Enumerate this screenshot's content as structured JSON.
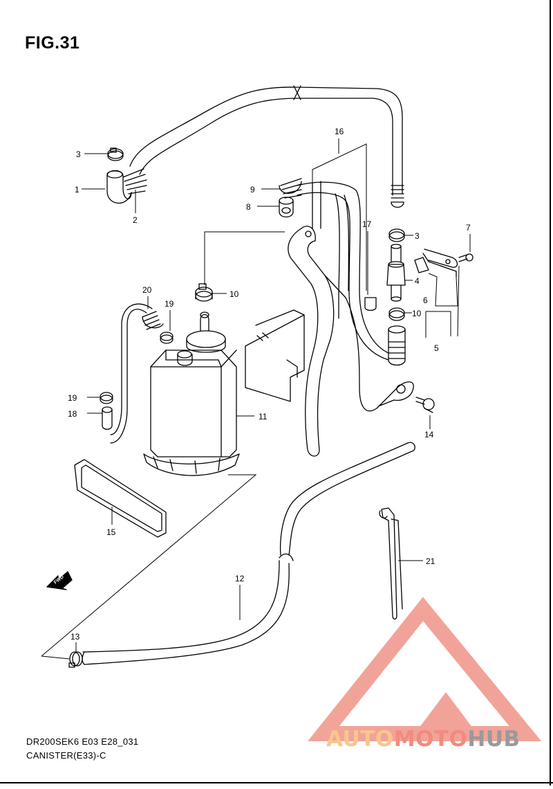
{
  "figure": {
    "title": "FIG.31",
    "code": "DR200SEK6 E03 E28_031",
    "caption": "CANISTER(E33)-C",
    "fwd_label": "FWD"
  },
  "callouts": [
    {
      "id": "c1",
      "label": "1"
    },
    {
      "id": "c2",
      "label": "2"
    },
    {
      "id": "c3a",
      "label": "3"
    },
    {
      "id": "c3b",
      "label": "3"
    },
    {
      "id": "c4",
      "label": "4"
    },
    {
      "id": "c5",
      "label": "5"
    },
    {
      "id": "c6",
      "label": "6"
    },
    {
      "id": "c7",
      "label": "7"
    },
    {
      "id": "c8",
      "label": "8"
    },
    {
      "id": "c9",
      "label": "9"
    },
    {
      "id": "c10a",
      "label": "10"
    },
    {
      "id": "c10b",
      "label": "10"
    },
    {
      "id": "c11",
      "label": "11"
    },
    {
      "id": "c12",
      "label": "12"
    },
    {
      "id": "c13",
      "label": "13"
    },
    {
      "id": "c14",
      "label": "14"
    },
    {
      "id": "c15",
      "label": "15"
    },
    {
      "id": "c16",
      "label": "16"
    },
    {
      "id": "c17",
      "label": "17"
    },
    {
      "id": "c18",
      "label": "18"
    },
    {
      "id": "c19a",
      "label": "19"
    },
    {
      "id": "c19b",
      "label": "19"
    },
    {
      "id": "c20",
      "label": "20"
    },
    {
      "id": "c21",
      "label": "21"
    }
  ],
  "watermark": {
    "part1": "AUTO",
    "part2": "MOTO",
    "part3": "HUB",
    "color_yellow": "#f7c78e",
    "color_red": "#f08c7e",
    "color_gray": "#9a9a9a"
  }
}
